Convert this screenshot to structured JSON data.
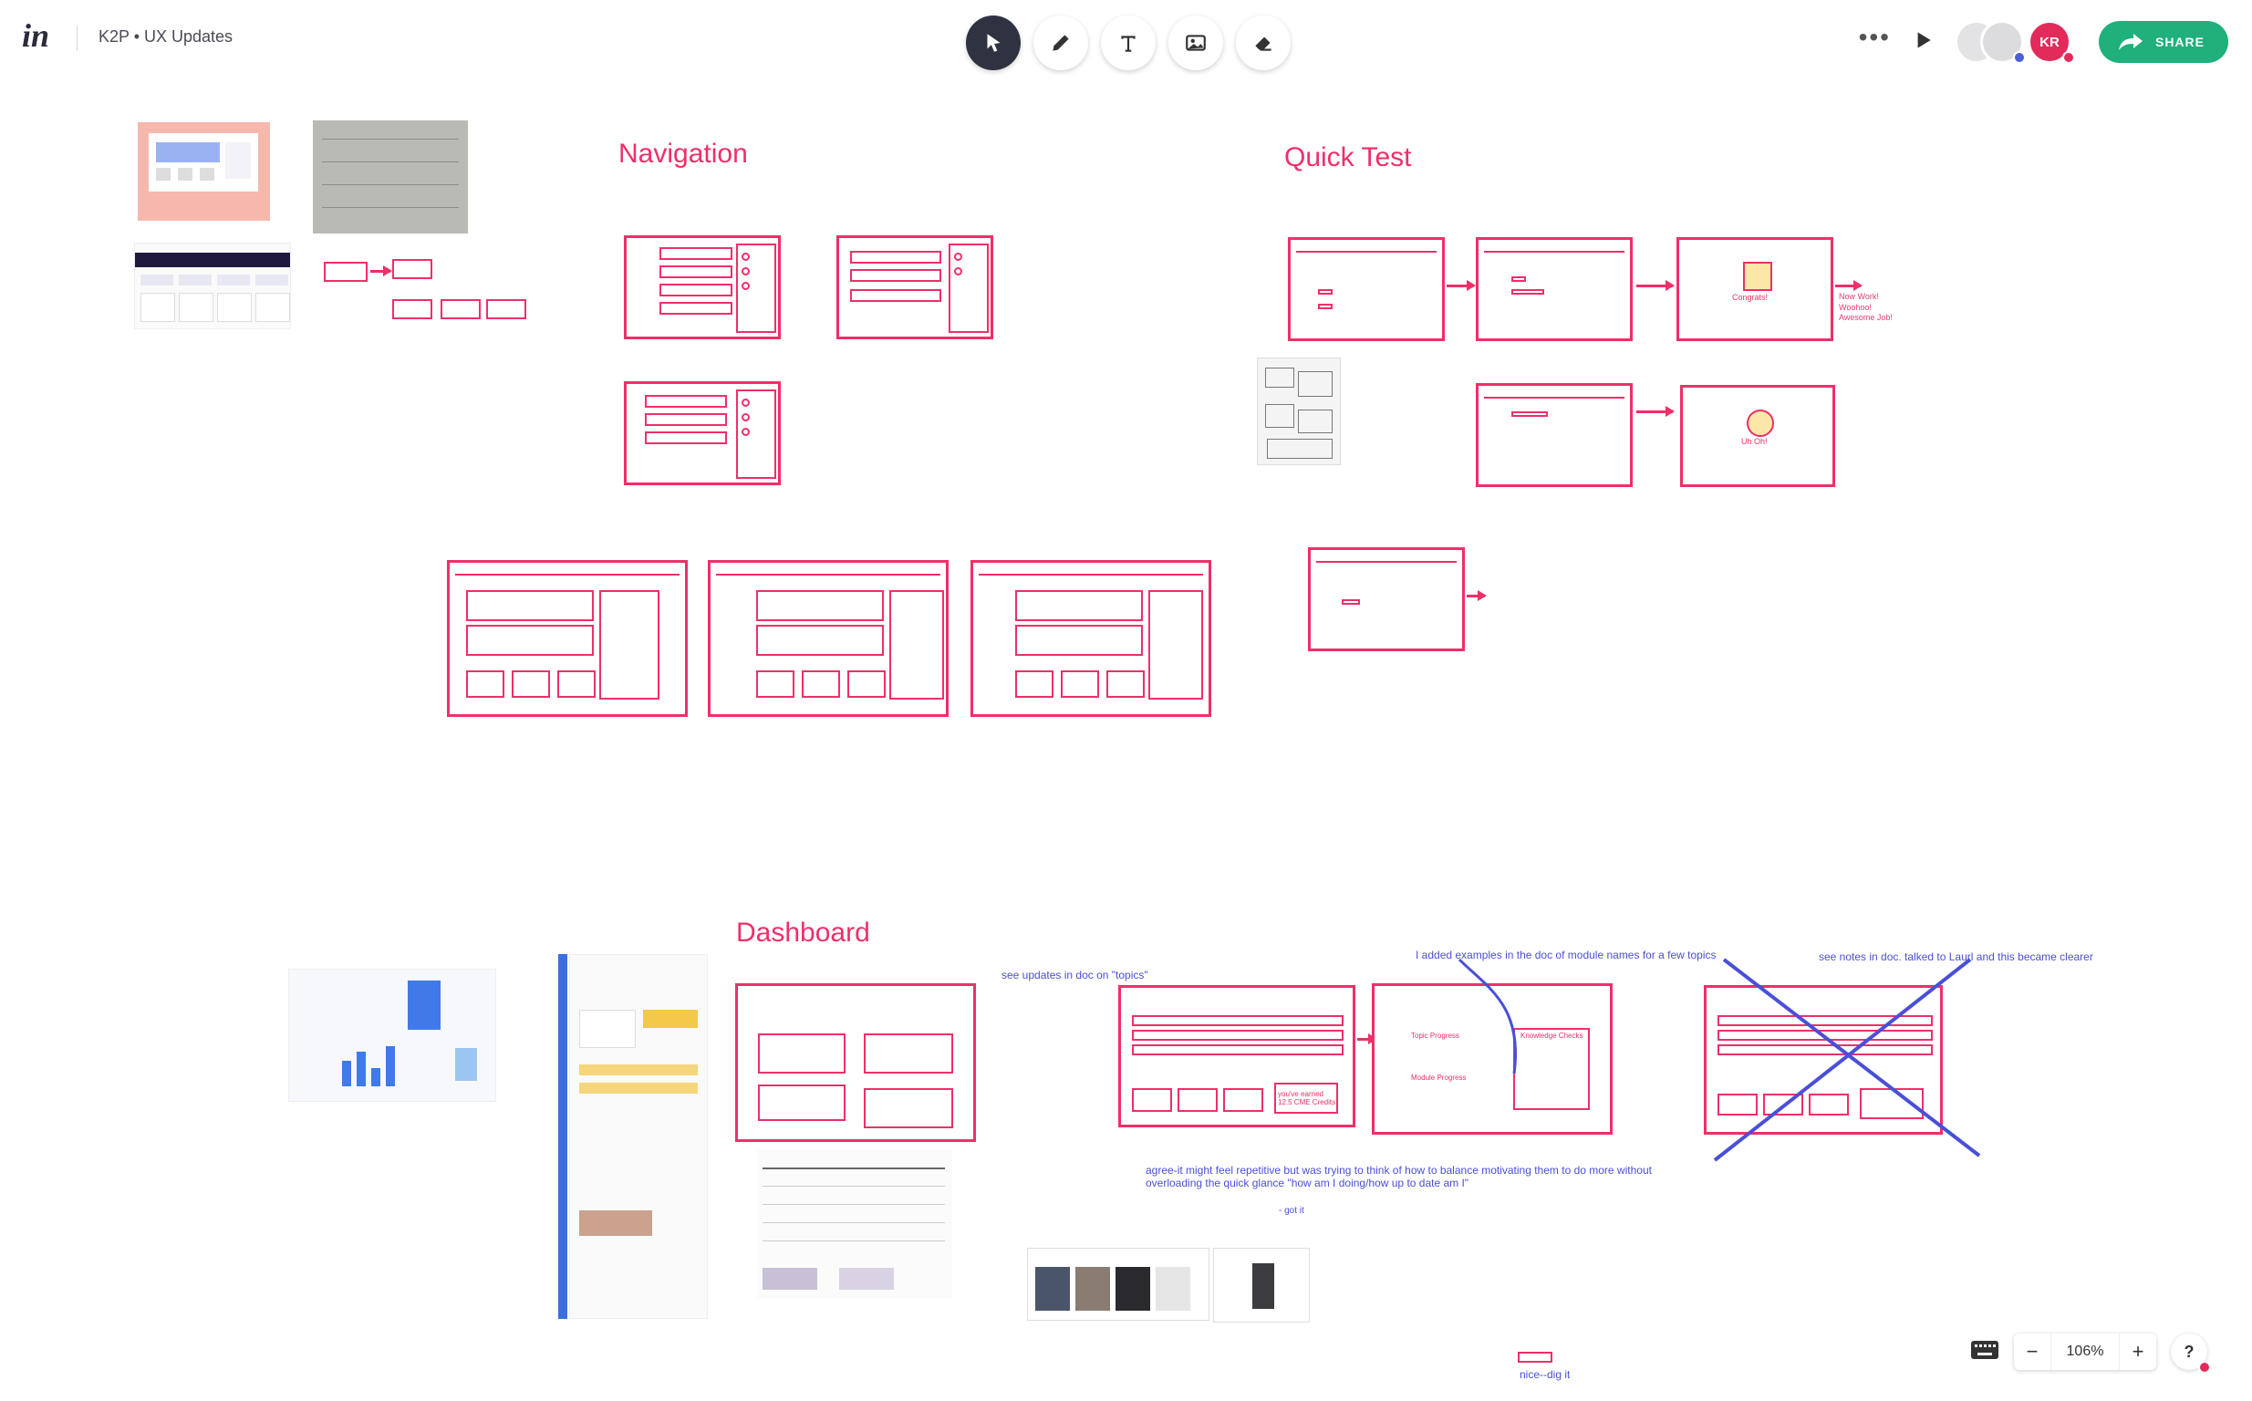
{
  "header": {
    "logo_text": "in",
    "board_title": "K2P • UX Updates",
    "more_label": "•••",
    "avatar_initials": "KR",
    "share_label": "SHARE"
  },
  "tools": [
    {
      "name": "select-tool",
      "icon": "cursor-icon",
      "active": true
    },
    {
      "name": "pen-tool",
      "icon": "pen-icon",
      "active": false
    },
    {
      "name": "text-tool",
      "icon": "text-icon",
      "active": false
    },
    {
      "name": "image-tool",
      "icon": "image-icon",
      "active": false
    },
    {
      "name": "eraser-tool",
      "icon": "eraser-icon",
      "active": false
    }
  ],
  "sections": {
    "navigation": "Navigation",
    "quick_test": "Quick Test",
    "dashboard": "Dashboard"
  },
  "annotations": {
    "see_updates": "see updates in doc on \"topics\"",
    "added_examples": "I added examples in the doc of module names for a few topics",
    "see_notes": "see notes in doc. talked to Laurl and this became clearer",
    "agree": "agree-it might feel repetitive but was trying to think of how to balance motivating them to do more without",
    "overloading": "overloading the quick glance \"how am I doing/how up to date am I\"",
    "got_it": "- got it",
    "nice_dig": "nice--dig it",
    "now_woohoo": "Now Work! Woohoo! Awesome Job!",
    "congrats": "Congrats!",
    "uh_oh": "Uh Oh!",
    "you_earned": "you've earned 12.5 CME Credits",
    "knowledge_checks": "Knowledge Checks",
    "topic_progress": "Topic Progress",
    "module_progress": "Module Progress"
  },
  "zoom": {
    "minus": "−",
    "value": "106%",
    "plus": "+",
    "help": "?"
  },
  "colors": {
    "accent": "#ef2f68",
    "ink_blue": "#4a4fd8",
    "share_green": "#1fb07c",
    "toolbar_dark": "#2f3341"
  }
}
